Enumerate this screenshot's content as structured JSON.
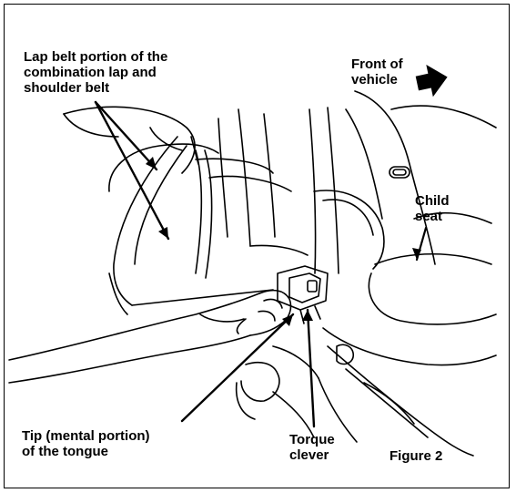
{
  "labels": {
    "lap_belt": "Lap belt portion of the\ncombination lap and\nshoulder belt",
    "front_of_vehicle": "Front of\nvehicle",
    "child_seat": "Child\nseat",
    "tip_of_tongue": "Tip (mental portion)\nof the tongue",
    "torque_clever": "Torque\nclever",
    "figure": "Figure 2"
  },
  "colors": {
    "ink": "#000000",
    "paper": "#ffffff"
  },
  "icons": {
    "front_arrow": "arrow-right-icon"
  }
}
